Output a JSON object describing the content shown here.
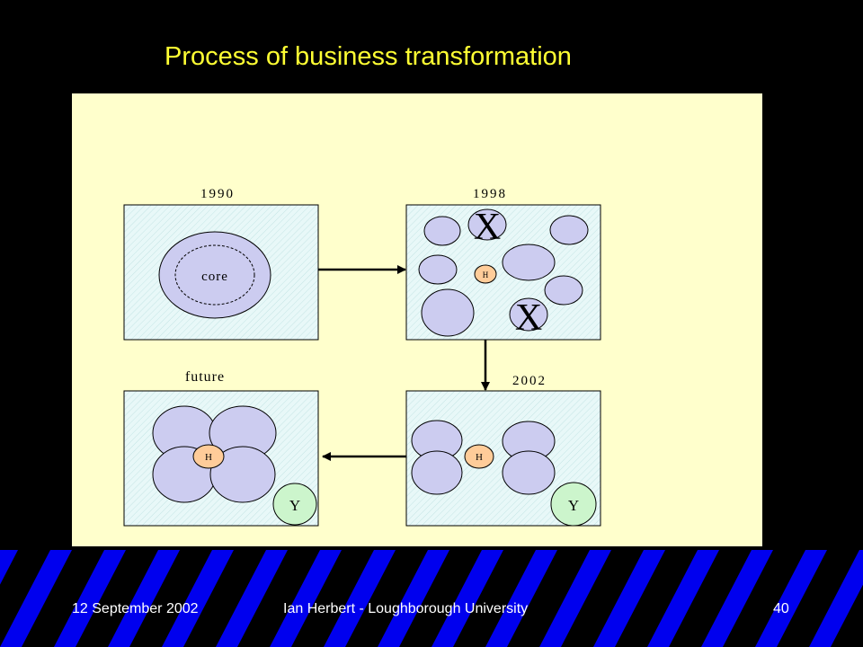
{
  "title": "Process of business transformation",
  "diagram": {
    "label_1990": "1990",
    "label_1998": "1998",
    "label_2002": "2002",
    "label_future": "future",
    "core_label": "core",
    "hub_label": "H",
    "removed_mark": "X",
    "new_unit_label": "Y"
  },
  "footer": {
    "date": "12 September 2002",
    "author": "Ian Herbert - Loughborough University",
    "page_number": "40"
  },
  "colors": {
    "background": "#000000",
    "title": "#ffff33",
    "panel": "#ffffcc",
    "box_fill": "#e8f8f8",
    "unit_fill": "#ccccf0",
    "hub_fill": "#ffcc99",
    "new_unit_fill": "#ccf5cc",
    "stripe_blue": "#0000ee"
  }
}
